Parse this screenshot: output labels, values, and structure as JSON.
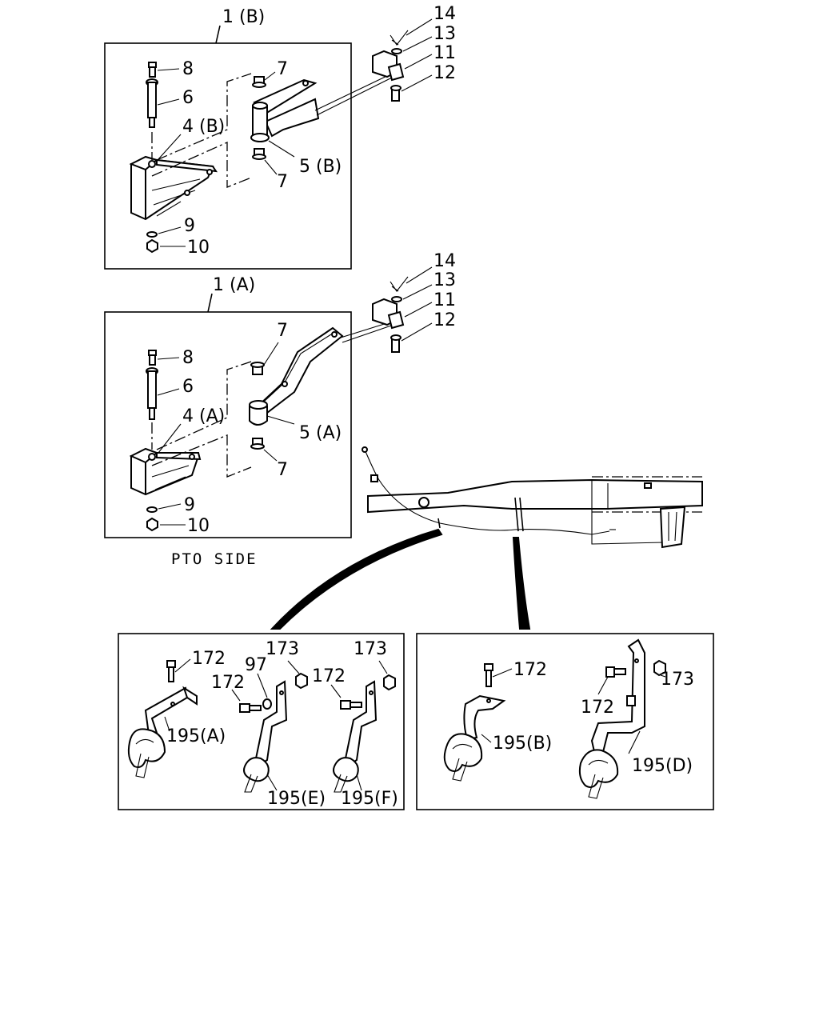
{
  "panel_b": {
    "title": "1 (B)",
    "labels": {
      "p14": "14",
      "p13": "13",
      "p11": "11",
      "p12": "12",
      "p8": "8",
      "p6": "6",
      "p7_top": "7",
      "p4": "4 (B)",
      "p5": "5 (B)",
      "p7_bot": "7",
      "p9": "9",
      "p10": "10"
    }
  },
  "panel_a": {
    "title": "1 (A)",
    "labels": {
      "p14": "14",
      "p13": "13",
      "p11": "11",
      "p12": "12",
      "p8": "8",
      "p7_top": "7",
      "p6": "6",
      "p4": "4 (A)",
      "p5": "5 (A)",
      "p7_bot": "7",
      "p9": "9",
      "p10": "10"
    }
  },
  "caption": "PTO SIDE",
  "detail_left": {
    "labels": {
      "a172": "172",
      "a195": "195(A)",
      "e172": "172",
      "e97": "97",
      "e173": "173",
      "e195": "195(E)",
      "f172": "172",
      "f173": "173",
      "f195": "195(F)"
    }
  },
  "detail_right": {
    "labels": {
      "b172": "172",
      "b195": "195(B)",
      "d172": "172",
      "d173": "173",
      "d195": "195(D)"
    }
  }
}
